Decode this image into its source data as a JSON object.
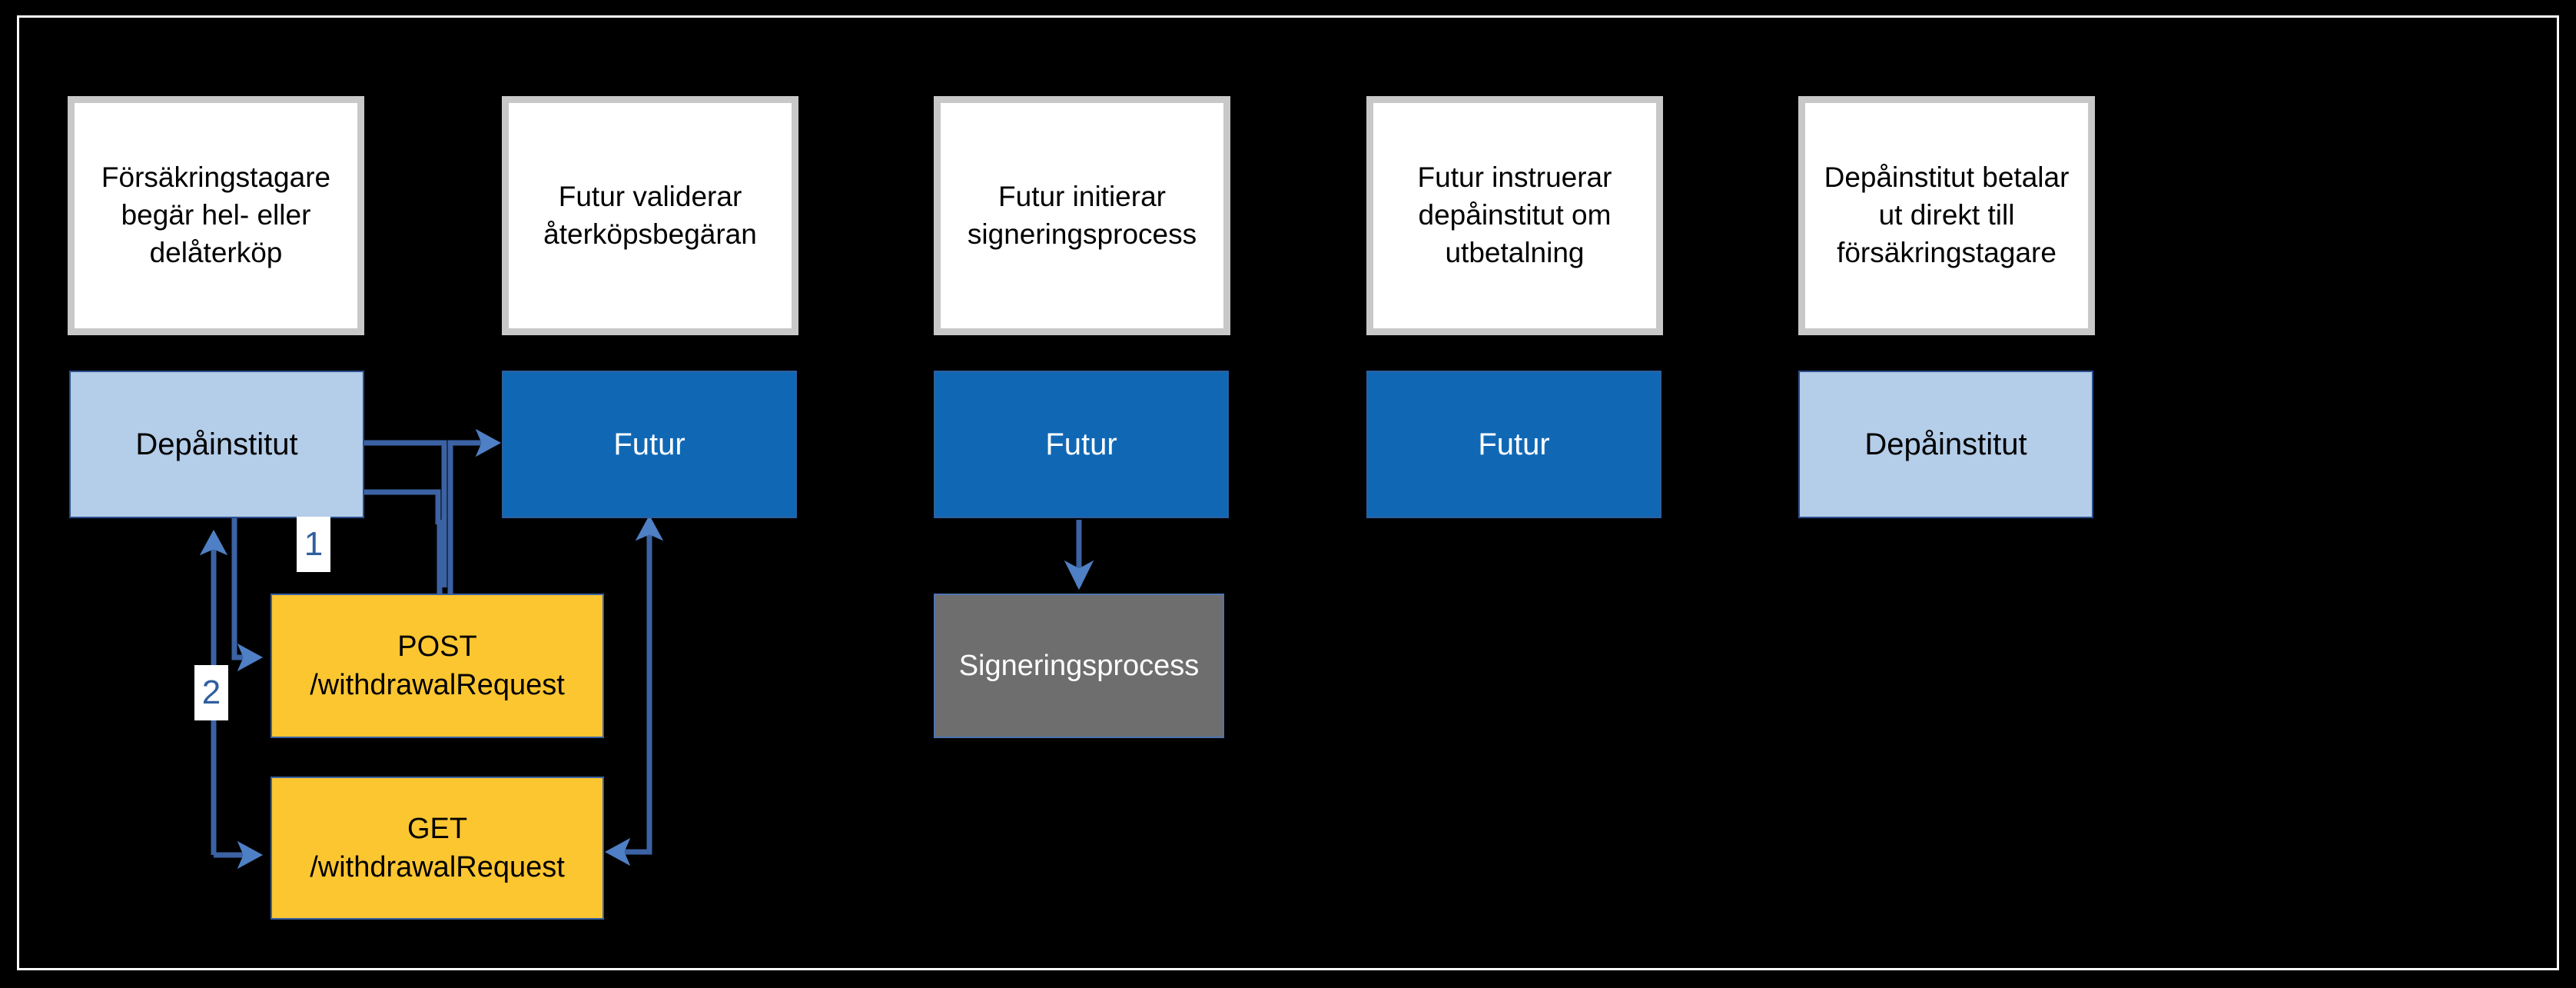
{
  "diagram": {
    "title_visible": false,
    "colors": {
      "background": "#000000",
      "frame": "#ffffff",
      "actor_dark": "#1068b5",
      "actor_light": "#b4cde8",
      "api": "#fcc631",
      "process": "#6e6e6e",
      "connector": "#3b62a3",
      "arrowhead": "#4f7fc4",
      "card_border": "#c8c8c8"
    },
    "steps": [
      {
        "id": "step-1",
        "text_lines": [
          "Försäkringstagare",
          "begär hel- eller",
          "delåterköp"
        ]
      },
      {
        "id": "step-2",
        "text_lines": [
          "Futur validerar",
          "återköpsbegäran"
        ]
      },
      {
        "id": "step-3",
        "text_lines": [
          "Futur initierar",
          "signeringsprocess"
        ]
      },
      {
        "id": "step-4",
        "text_lines": [
          "Futur instruerar",
          "depåinstitut om",
          "utbetalning"
        ]
      },
      {
        "id": "step-5",
        "text_lines": [
          "Depåinstitut betalar",
          "ut direkt till",
          "försäkringstagare"
        ]
      }
    ],
    "actors": [
      {
        "id": "actor-1",
        "label": "Depåinstitut",
        "kind": "light"
      },
      {
        "id": "actor-2",
        "label": "Futur",
        "kind": "dark"
      },
      {
        "id": "actor-3",
        "label": "Futur",
        "kind": "dark"
      },
      {
        "id": "actor-4",
        "label": "Futur",
        "kind": "dark"
      },
      {
        "id": "actor-5",
        "label": "Depåinstitut",
        "kind": "light"
      }
    ],
    "api_calls": [
      {
        "id": "api-post",
        "method": "POST",
        "path": "/withdrawalRequest"
      },
      {
        "id": "api-get",
        "method": "GET",
        "path": "/withdrawalRequest"
      }
    ],
    "process": {
      "id": "signing-process",
      "label": "Signeringsprocess"
    },
    "sequence_labels": [
      {
        "id": "seq-1",
        "value": "1"
      },
      {
        "id": "seq-2",
        "value": "2"
      }
    ]
  }
}
